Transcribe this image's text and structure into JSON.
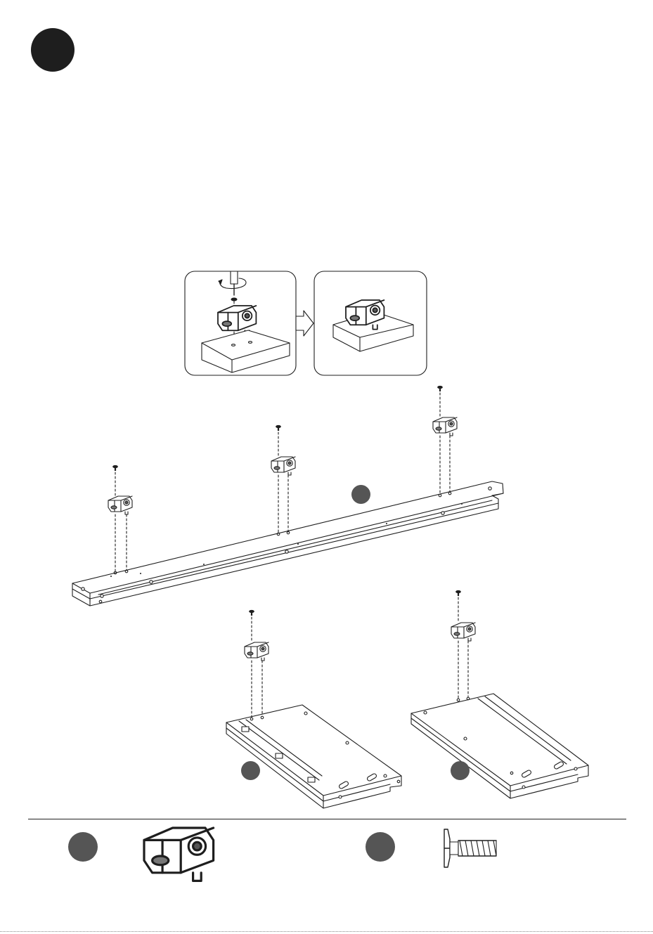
{
  "colors": {
    "ink": "#1e1e1e",
    "label_circle": "#555555",
    "line": "#222222"
  },
  "figure": {
    "step_badge_icon": "step-number-circle",
    "inset_before_icon": "screwdriver-fastening-cam-bracket-icon",
    "inset_after_icon": "cam-bracket-installed-icon",
    "transition_icon": "arrow-right-icon",
    "part_labels": [
      {
        "id": "long-rail",
        "icon": "blank-part-label-circle"
      },
      {
        "id": "panel-left",
        "icon": "blank-part-label-circle"
      },
      {
        "id": "panel-right",
        "icon": "blank-part-label-circle"
      }
    ],
    "bracket_count_long_rail": 3,
    "bracket_count_panel_left": 1,
    "bracket_count_panel_right": 1
  },
  "legend": {
    "items": [
      {
        "icon": "cam-bracket-icon"
      },
      {
        "icon": "machine-screw-icon"
      }
    ]
  }
}
